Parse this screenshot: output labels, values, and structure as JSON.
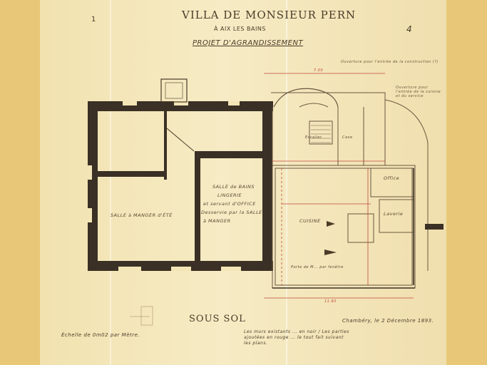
{
  "document": {
    "page_number": "1",
    "corner_mark": "4",
    "title": "VILLA DE MONSIEUR PERN",
    "location": "À AIX LES BAINS",
    "project": "PROJET D'AGRANDISSEMENT",
    "level": "SOUS SOL",
    "scale": "Échelle de 0m02 par Mètre.",
    "date": "Chambéry, le 2 Décembre 1893.",
    "note": "Les murs existants ... en noir / Les parties ajoutées en rouge ... le tout fait suivant les plans."
  },
  "rooms": {
    "salle_manger": "SALLE à MANGER d'ÉTÉ",
    "salle_bains": "SALLE de BAINS",
    "lingerie": "LINGERIE",
    "office_note": "et servant d'OFFICE",
    "desservie": "Desservie par la SALLE",
    "a_manger": "à MANGER",
    "cuisine": "CUISINE",
    "office": "Office",
    "laverie": "Laverie",
    "escalier": "Escalier",
    "cave": "Cave",
    "porte_note": "Porte de M... par fenêtre"
  },
  "annotations": {
    "dim_top": "7.00",
    "dim_bottom": "11.60",
    "top_note": "Ouverture pour l'entrée de la construction (?)",
    "right_note": "Ouverture pour l'entrée de la cuisine et du service"
  },
  "colors": {
    "paper": "#f3e5b5",
    "background": "#e8c878",
    "ink": "#3a3025",
    "red_ink": "#c0483a"
  }
}
